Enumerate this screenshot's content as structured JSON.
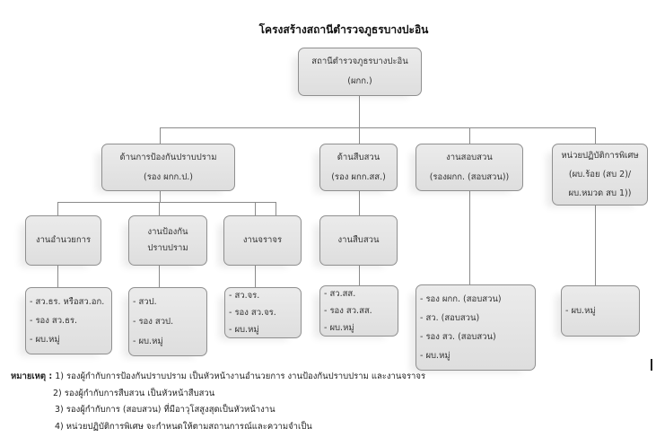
{
  "title": "โครงสร้างสถานีตำรวจภูธรบางปะอิน",
  "top": {
    "line1": "สถานีตำรวจภูธรบางปะอิน",
    "line2": "(ผกก.)"
  },
  "level2": [
    {
      "line1": "ด้านการป้องกันปราบปราม",
      "line2": "(รอง ผกก.ป.)"
    },
    {
      "line1": "ด้านสืบสวน",
      "line2": "(รอง ผกก.สส.)"
    },
    {
      "line1": "งานสอบสวน",
      "line2": "(รองผกก. (สอบสวน))"
    },
    {
      "line1": "หน่วยปฏิบัติการพิเศษ",
      "line2": "(ผบ.ร้อย (สบ 2)/",
      "line3": "ผบ.หมวด สบ 1))"
    }
  ],
  "level3": [
    {
      "line1": "งานอำนวยการ"
    },
    {
      "line1": "งานป้องกัน",
      "line2": "ปราบปราม"
    },
    {
      "line1": "งานจราจร"
    },
    {
      "line1": "งานสืบสวน"
    }
  ],
  "leaves": [
    [
      "- สว.ธร. หรือสว.อก.",
      "- รอง สว.ธร.",
      "- ผบ.หมู่"
    ],
    [
      "- สวป.",
      "- รอง สวป.",
      "- ผบ.หมู่"
    ],
    [
      "- สว.จร.",
      "- รอง สว.จร.",
      "- ผบ.หมู่"
    ],
    [
      "- สว.สส.",
      "- รอง สว.สส.",
      "- ผบ.หมู่"
    ],
    [
      "- รอง ผกก. (สอบสวน)",
      "- สว. (สอบสวน)",
      "- รอง สว. (สอบสวน)",
      "- ผบ.หมู่"
    ],
    [
      "- ผบ.หมู่"
    ]
  ],
  "notes": {
    "label": "หมายเหตุ :",
    "items": [
      "1) รองผู้กำกับการป้องกันปราบปราม เป็นหัวหน้างานอำนวยการ งานป้องกันปราบปราม และงานจราจร",
      "2) รองผู้กำกับการสืบสวน เป็นหัวหน้าสืบสวน",
      "3) รองผู้กำกับการ (สอบสวน) ที่มีอาวุโสสูงสุดเป็นหัวหน้างาน",
      "4) หน่วยปฏิบัติการพิเศษ จะกำหนดให้ตามสถานการณ์และความจำเป็น"
    ]
  }
}
